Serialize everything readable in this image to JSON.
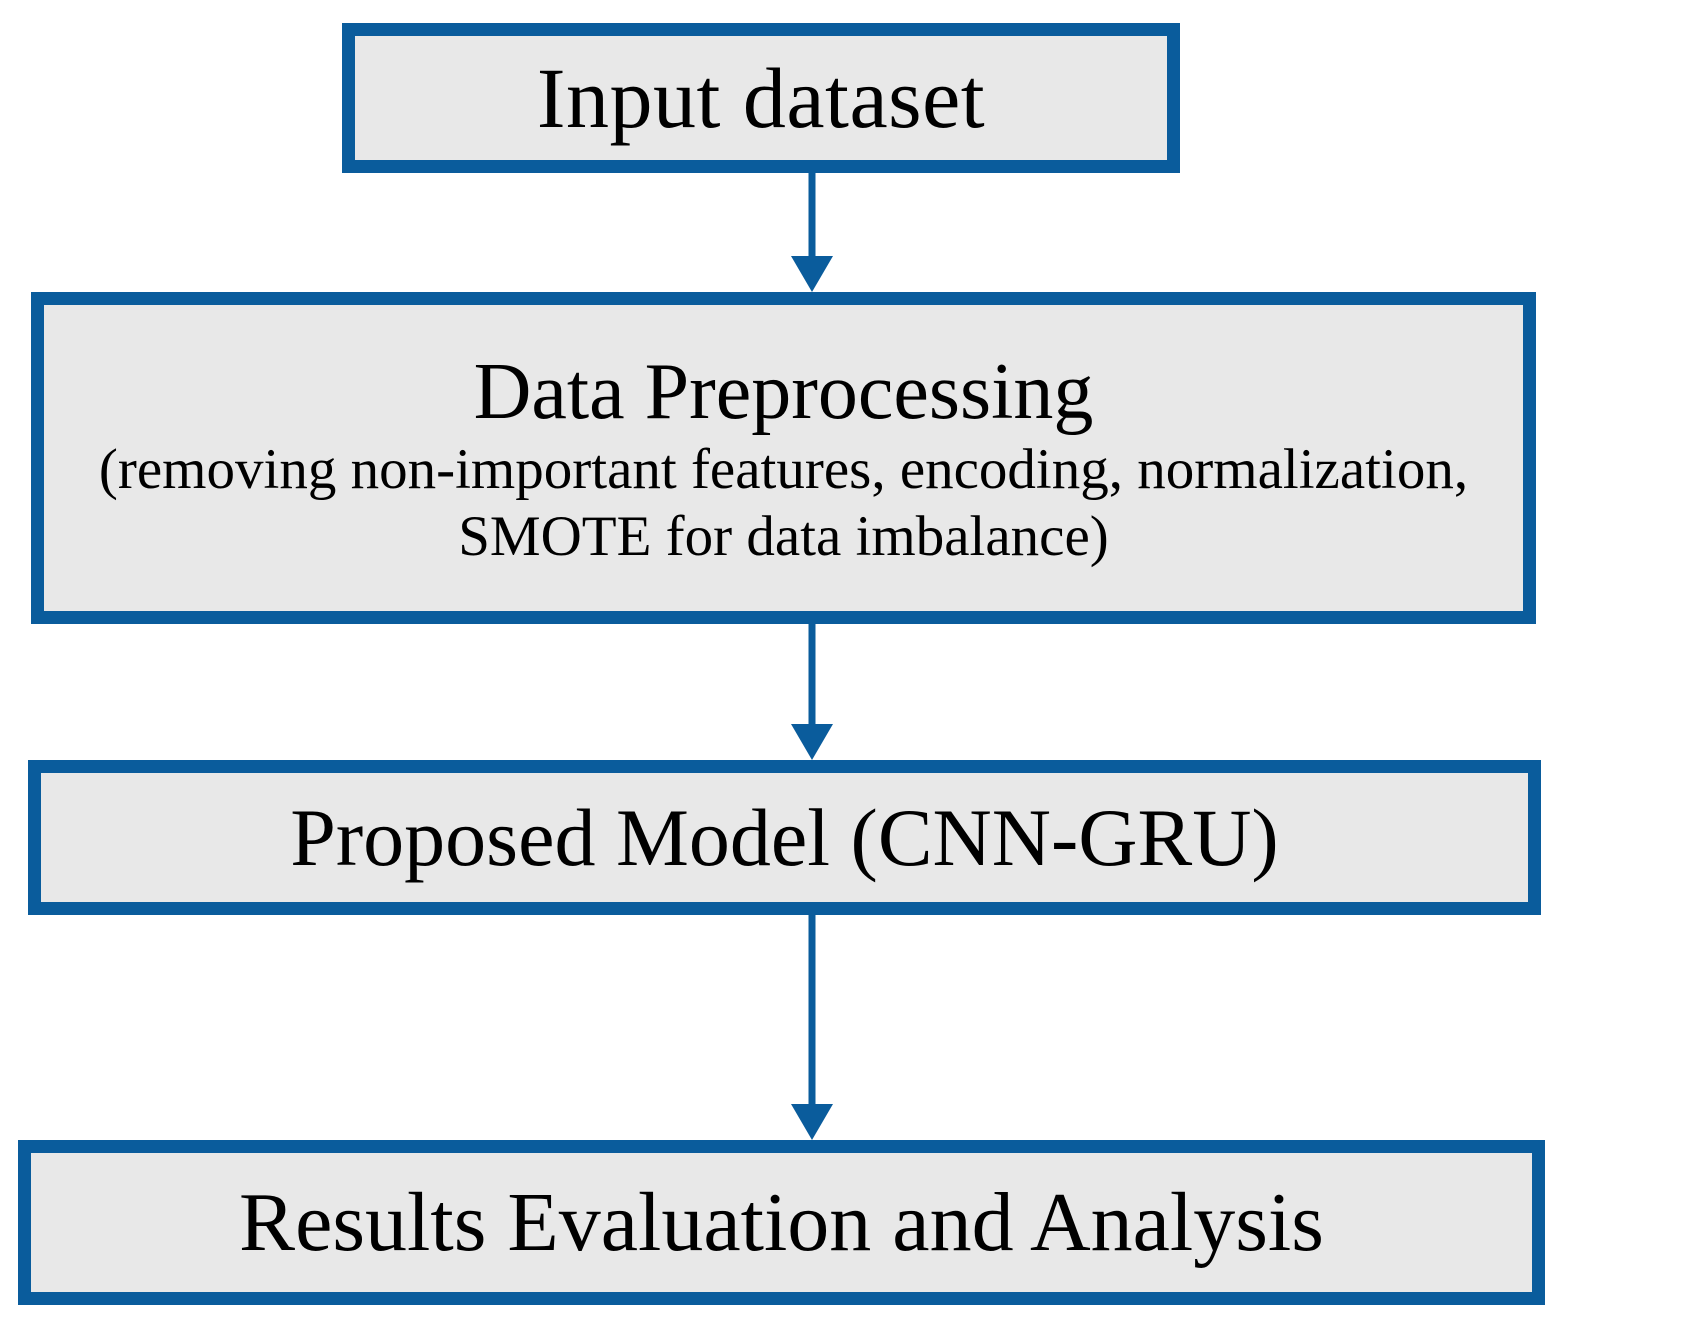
{
  "diagram": {
    "type": "flowchart",
    "orientation": "top-to-bottom",
    "colors": {
      "border": "#0a5c9c",
      "fill": "#e8e8e8",
      "text": "#000000",
      "arrow": "#0a5c9c",
      "background": "#ffffff"
    },
    "nodes": [
      {
        "id": "input-dataset",
        "title": "Input dataset",
        "subtitle": ""
      },
      {
        "id": "data-preprocessing",
        "title": "Data Preprocessing",
        "subtitle": "(removing non-important features, encoding, normalization, SMOTE for data imbalance)"
      },
      {
        "id": "proposed-model",
        "title": "Proposed Model (CNN-GRU)",
        "subtitle": ""
      },
      {
        "id": "results-evaluation",
        "title": "Results Evaluation and Analysis",
        "subtitle": ""
      }
    ],
    "edges": [
      {
        "id": "edge-1",
        "from": "input-dataset",
        "to": "data-preprocessing",
        "label": ""
      },
      {
        "id": "edge-2",
        "from": "data-preprocessing",
        "to": "proposed-model",
        "label": ""
      },
      {
        "id": "edge-3",
        "from": "proposed-model",
        "to": "results-evaluation",
        "label": ""
      }
    ]
  }
}
